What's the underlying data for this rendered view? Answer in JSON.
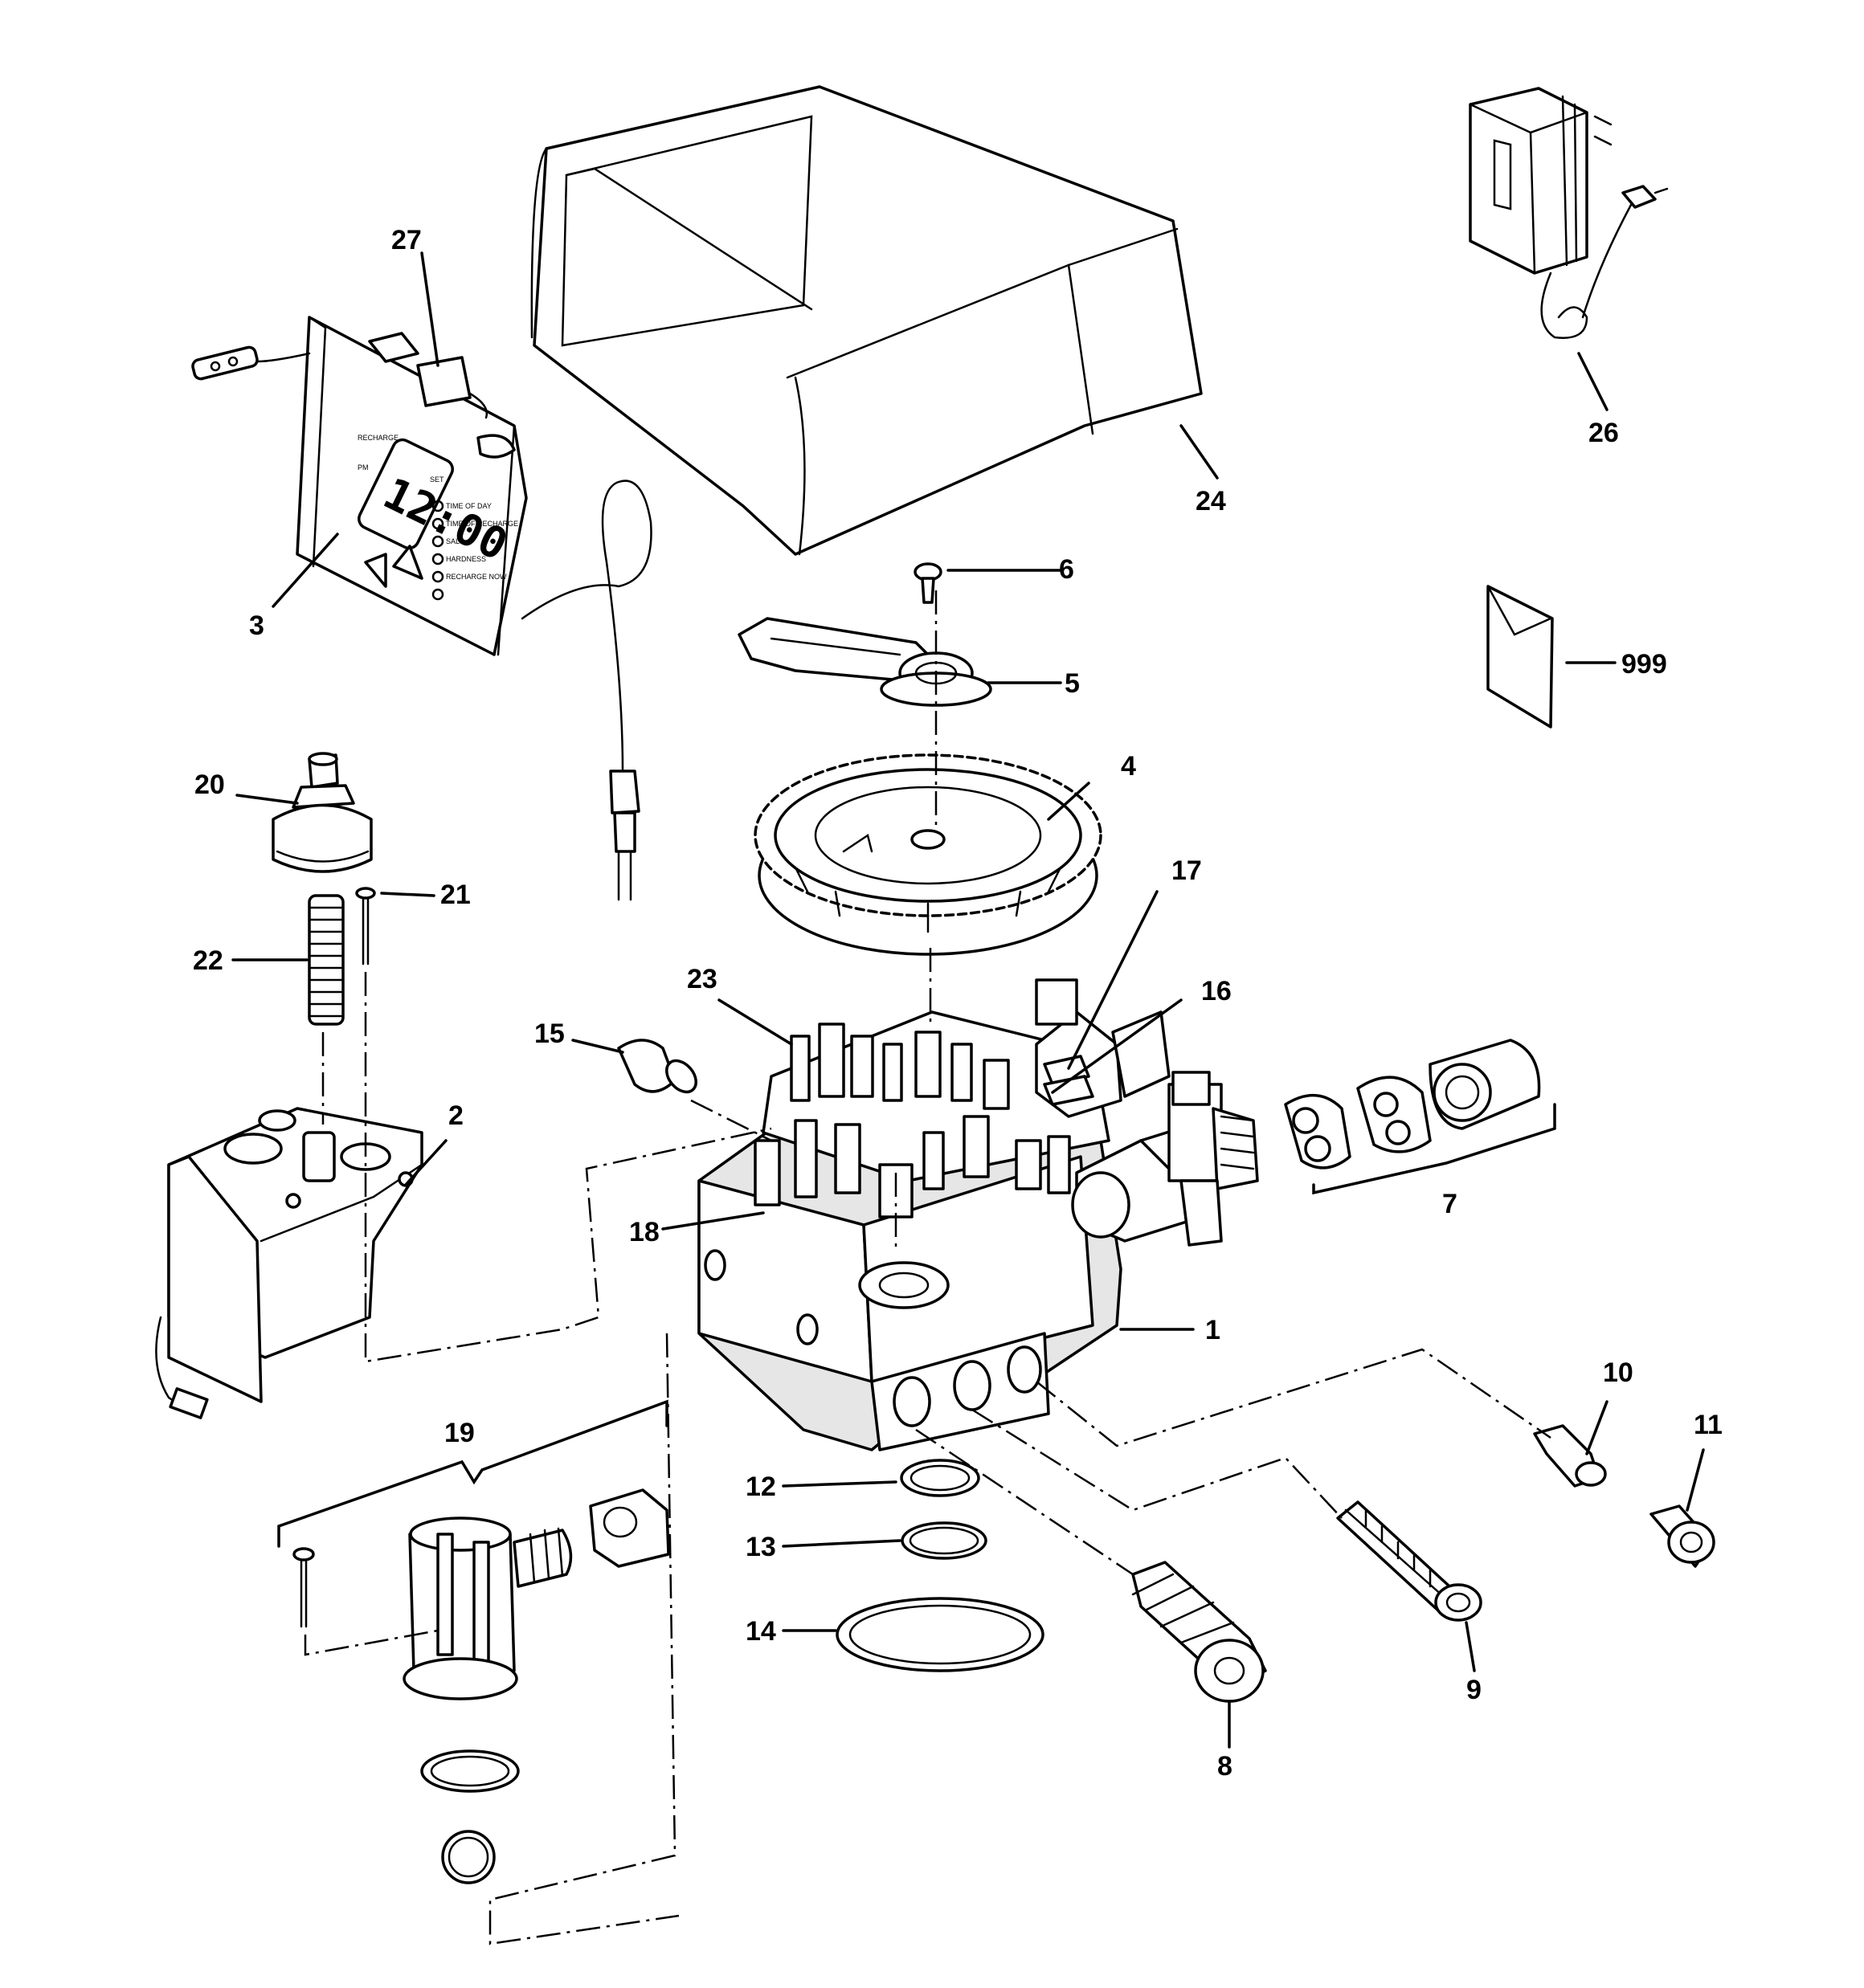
{
  "callouts": [
    {
      "id": "1",
      "label": "1"
    },
    {
      "id": "2",
      "label": "2"
    },
    {
      "id": "3",
      "label": "3"
    },
    {
      "id": "4",
      "label": "4"
    },
    {
      "id": "5",
      "label": "5"
    },
    {
      "id": "6",
      "label": "6"
    },
    {
      "id": "7",
      "label": "7"
    },
    {
      "id": "8",
      "label": "8"
    },
    {
      "id": "9",
      "label": "9"
    },
    {
      "id": "10",
      "label": "10"
    },
    {
      "id": "11",
      "label": "11"
    },
    {
      "id": "12",
      "label": "12"
    },
    {
      "id": "13",
      "label": "13"
    },
    {
      "id": "14",
      "label": "14"
    },
    {
      "id": "15",
      "label": "15"
    },
    {
      "id": "16",
      "label": "16"
    },
    {
      "id": "17",
      "label": "17"
    },
    {
      "id": "18",
      "label": "18"
    },
    {
      "id": "19",
      "label": "19"
    },
    {
      "id": "20",
      "label": "20"
    },
    {
      "id": "21",
      "label": "21"
    },
    {
      "id": "22",
      "label": "22"
    },
    {
      "id": "23",
      "label": "23"
    },
    {
      "id": "24",
      "label": "24"
    },
    {
      "id": "26",
      "label": "26"
    },
    {
      "id": "27",
      "label": "27"
    },
    {
      "id": "999",
      "label": "999"
    }
  ],
  "timer_display": {
    "time": "12:00",
    "small_labels": [
      "PM",
      "SET",
      "RECHARGE",
      "TIME OF DAY",
      "TIME OF RECHARGE",
      "SALT",
      "HARDNESS",
      "RECHARGE NOW"
    ]
  }
}
